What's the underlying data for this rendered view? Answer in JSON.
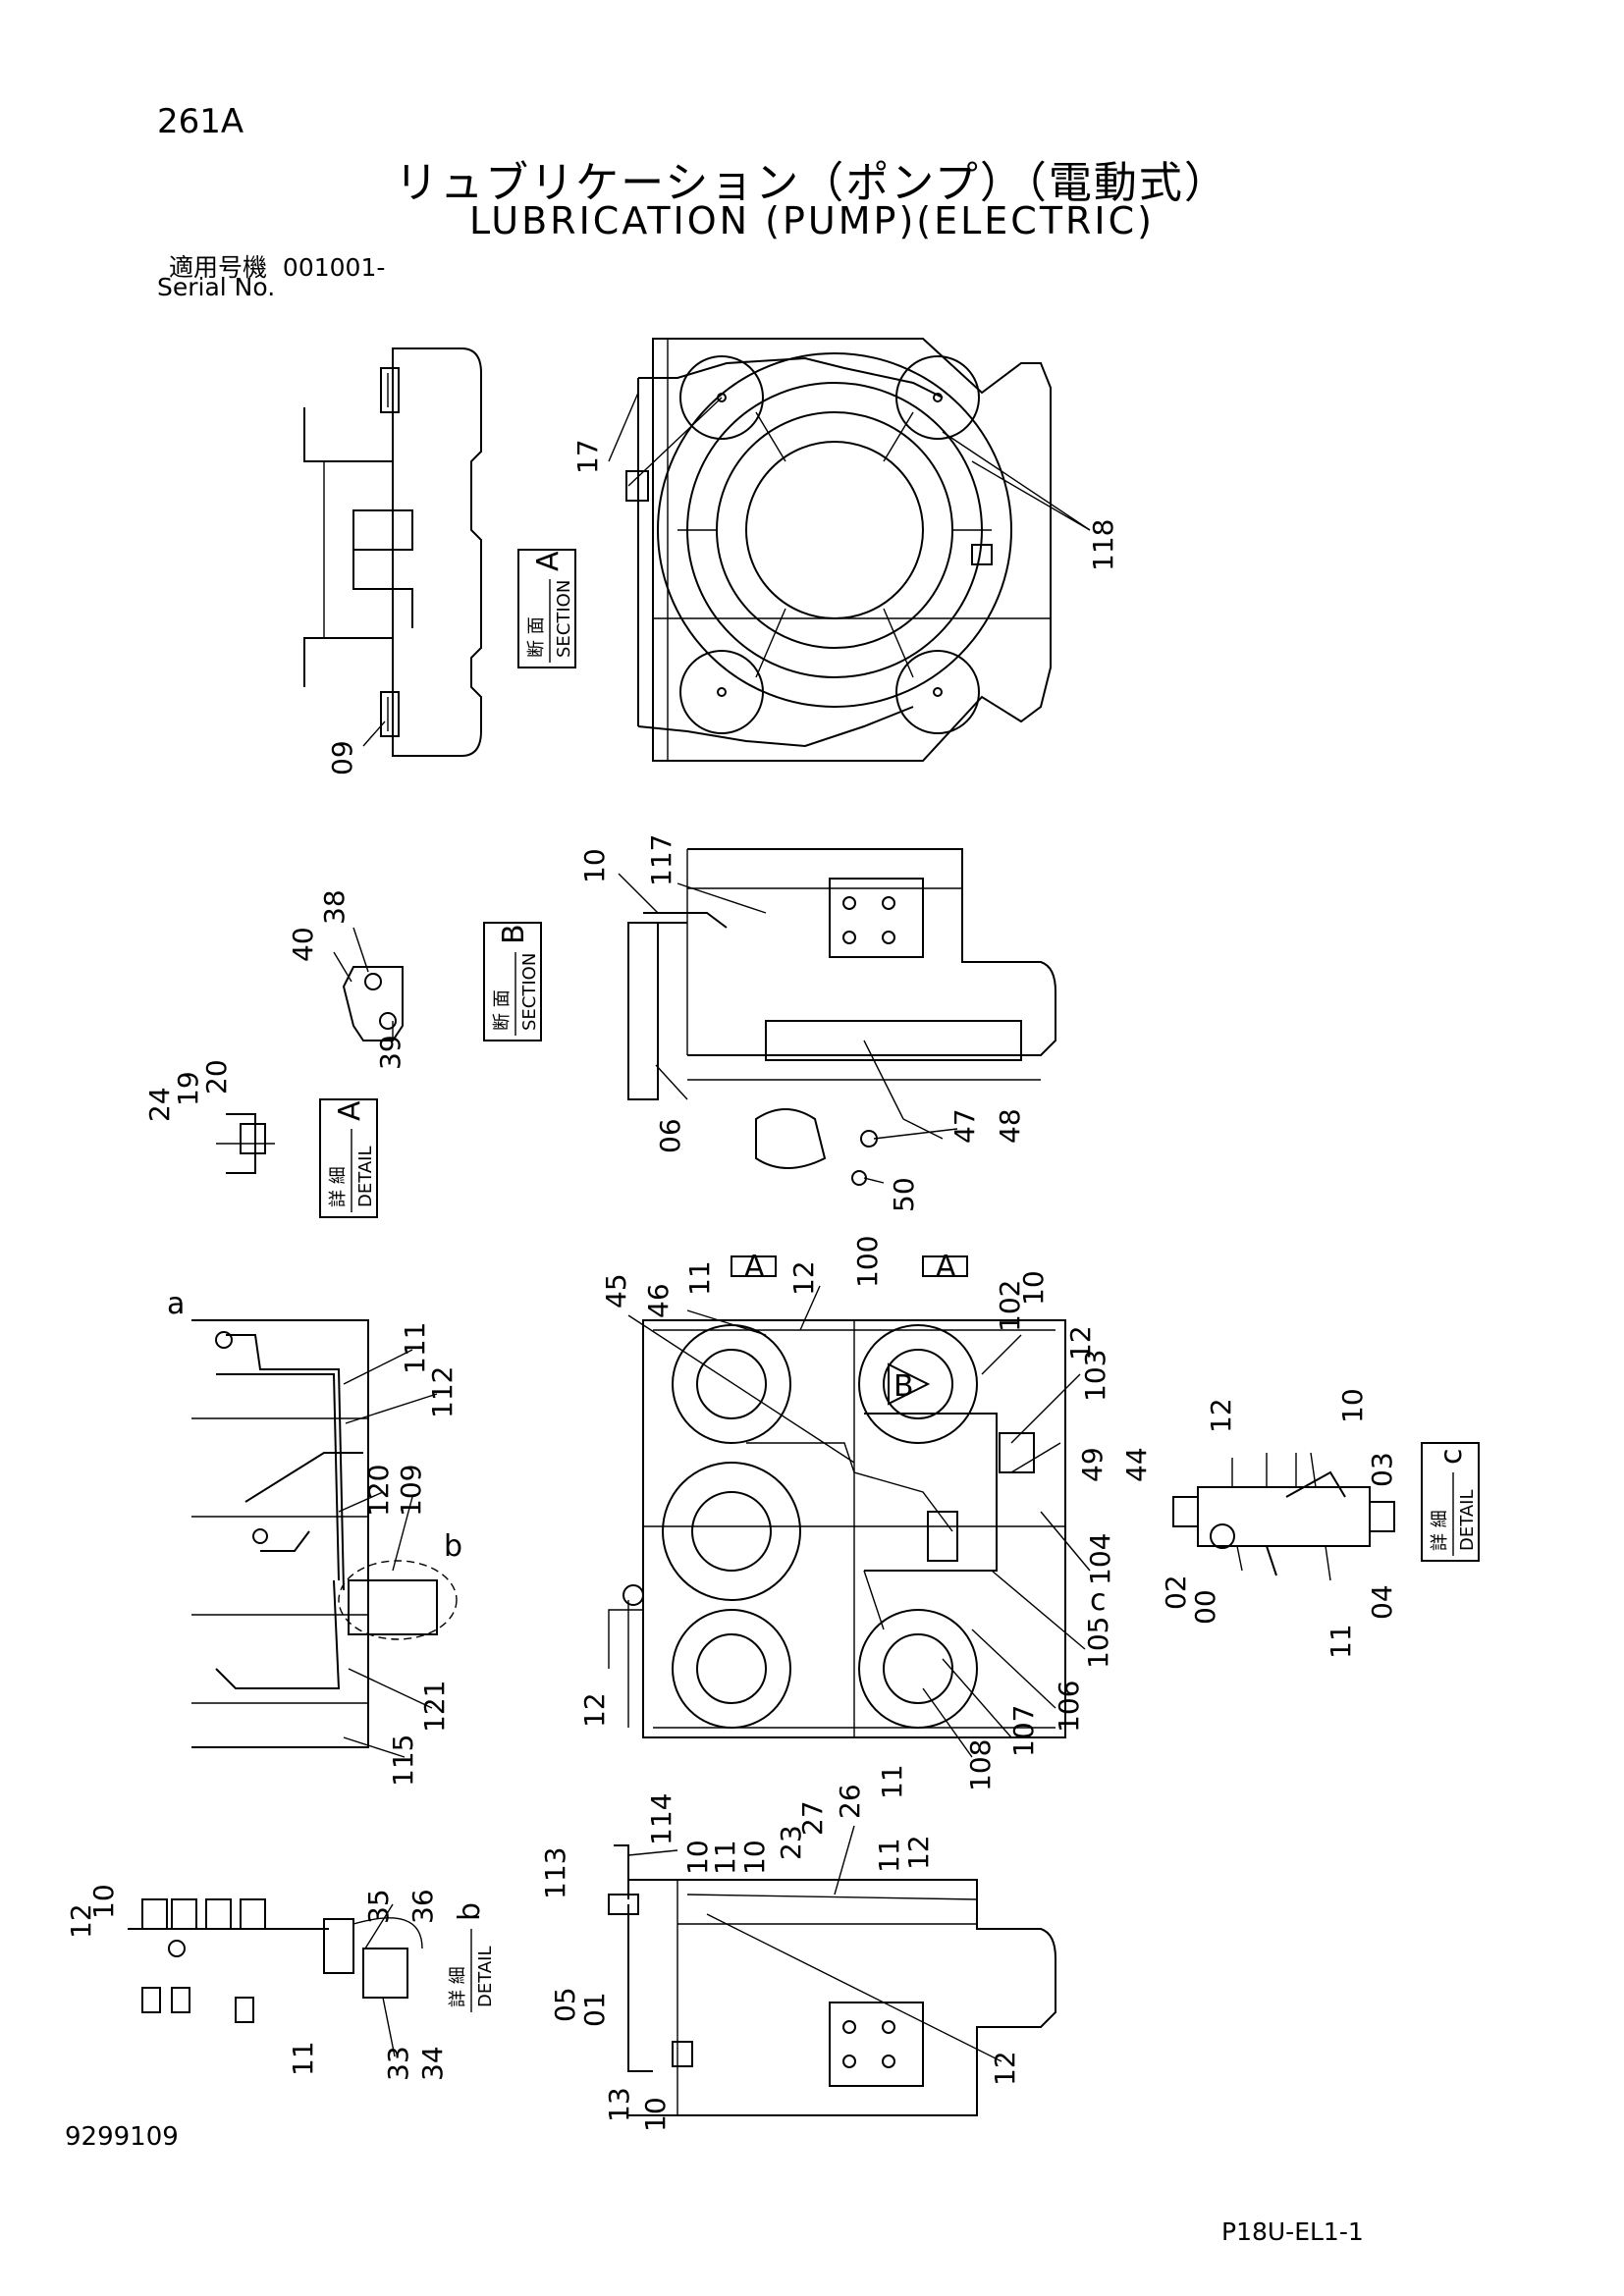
{
  "header": {
    "page_number": "261A",
    "title_jp": "リュブリケーション（ポンプ）（電動式）",
    "title_en": "LUBRICATION (PUMP)(ELECTRIC)",
    "serial_label_jp": "適用号機",
    "serial_range": "001001-",
    "serial_label_en": "Serial No."
  },
  "views": {
    "section_a": {
      "kanji": "断 面",
      "word": "SECTION",
      "letter": "A"
    },
    "section_b": {
      "kanji": "断 面",
      "word": "SECTION",
      "letter": "B"
    },
    "detail_a": {
      "kanji": "詳 細",
      "word": "DETAIL",
      "letter": "A"
    },
    "detail_b": {
      "kanji": "詳 細",
      "word": "DETAIL",
      "letter": "b"
    },
    "detail_c": {
      "kanji": "詳 細",
      "word": "DETAIL",
      "letter": "c"
    },
    "arrow_a1": "A",
    "arrow_a2": "A",
    "arrow_b": "B",
    "ref_a": "a",
    "ref_b": "b",
    "ref_c": "c"
  },
  "callouts": {
    "top": [
      "17",
      "118",
      "09"
    ],
    "middle": [
      "10",
      "117",
      "06",
      "47",
      "48",
      "50",
      "38",
      "40",
      "39",
      "24",
      "19",
      "20"
    ],
    "plan": [
      "45",
      "46",
      "11",
      "12",
      "100",
      "102",
      "10",
      "12",
      "103",
      "49",
      "44",
      "104",
      "105",
      "106",
      "107",
      "108",
      "11",
      "12"
    ],
    "left_plan": [
      "111",
      "112",
      "120",
      "109",
      "121",
      "115"
    ],
    "detail_c": [
      "12",
      "10",
      "03",
      "02",
      "00",
      "11",
      "04"
    ],
    "bottom_side": [
      "113",
      "114",
      "10",
      "11",
      "10",
      "23",
      "27",
      "26",
      "11",
      "12",
      "05",
      "01",
      "13",
      "10",
      "12"
    ],
    "detail_b": [
      "12",
      "10",
      "35",
      "36",
      "33",
      "34",
      "11"
    ]
  },
  "footer": {
    "doc_number": "9299109",
    "sheet_code": "P18U-EL1-1"
  }
}
